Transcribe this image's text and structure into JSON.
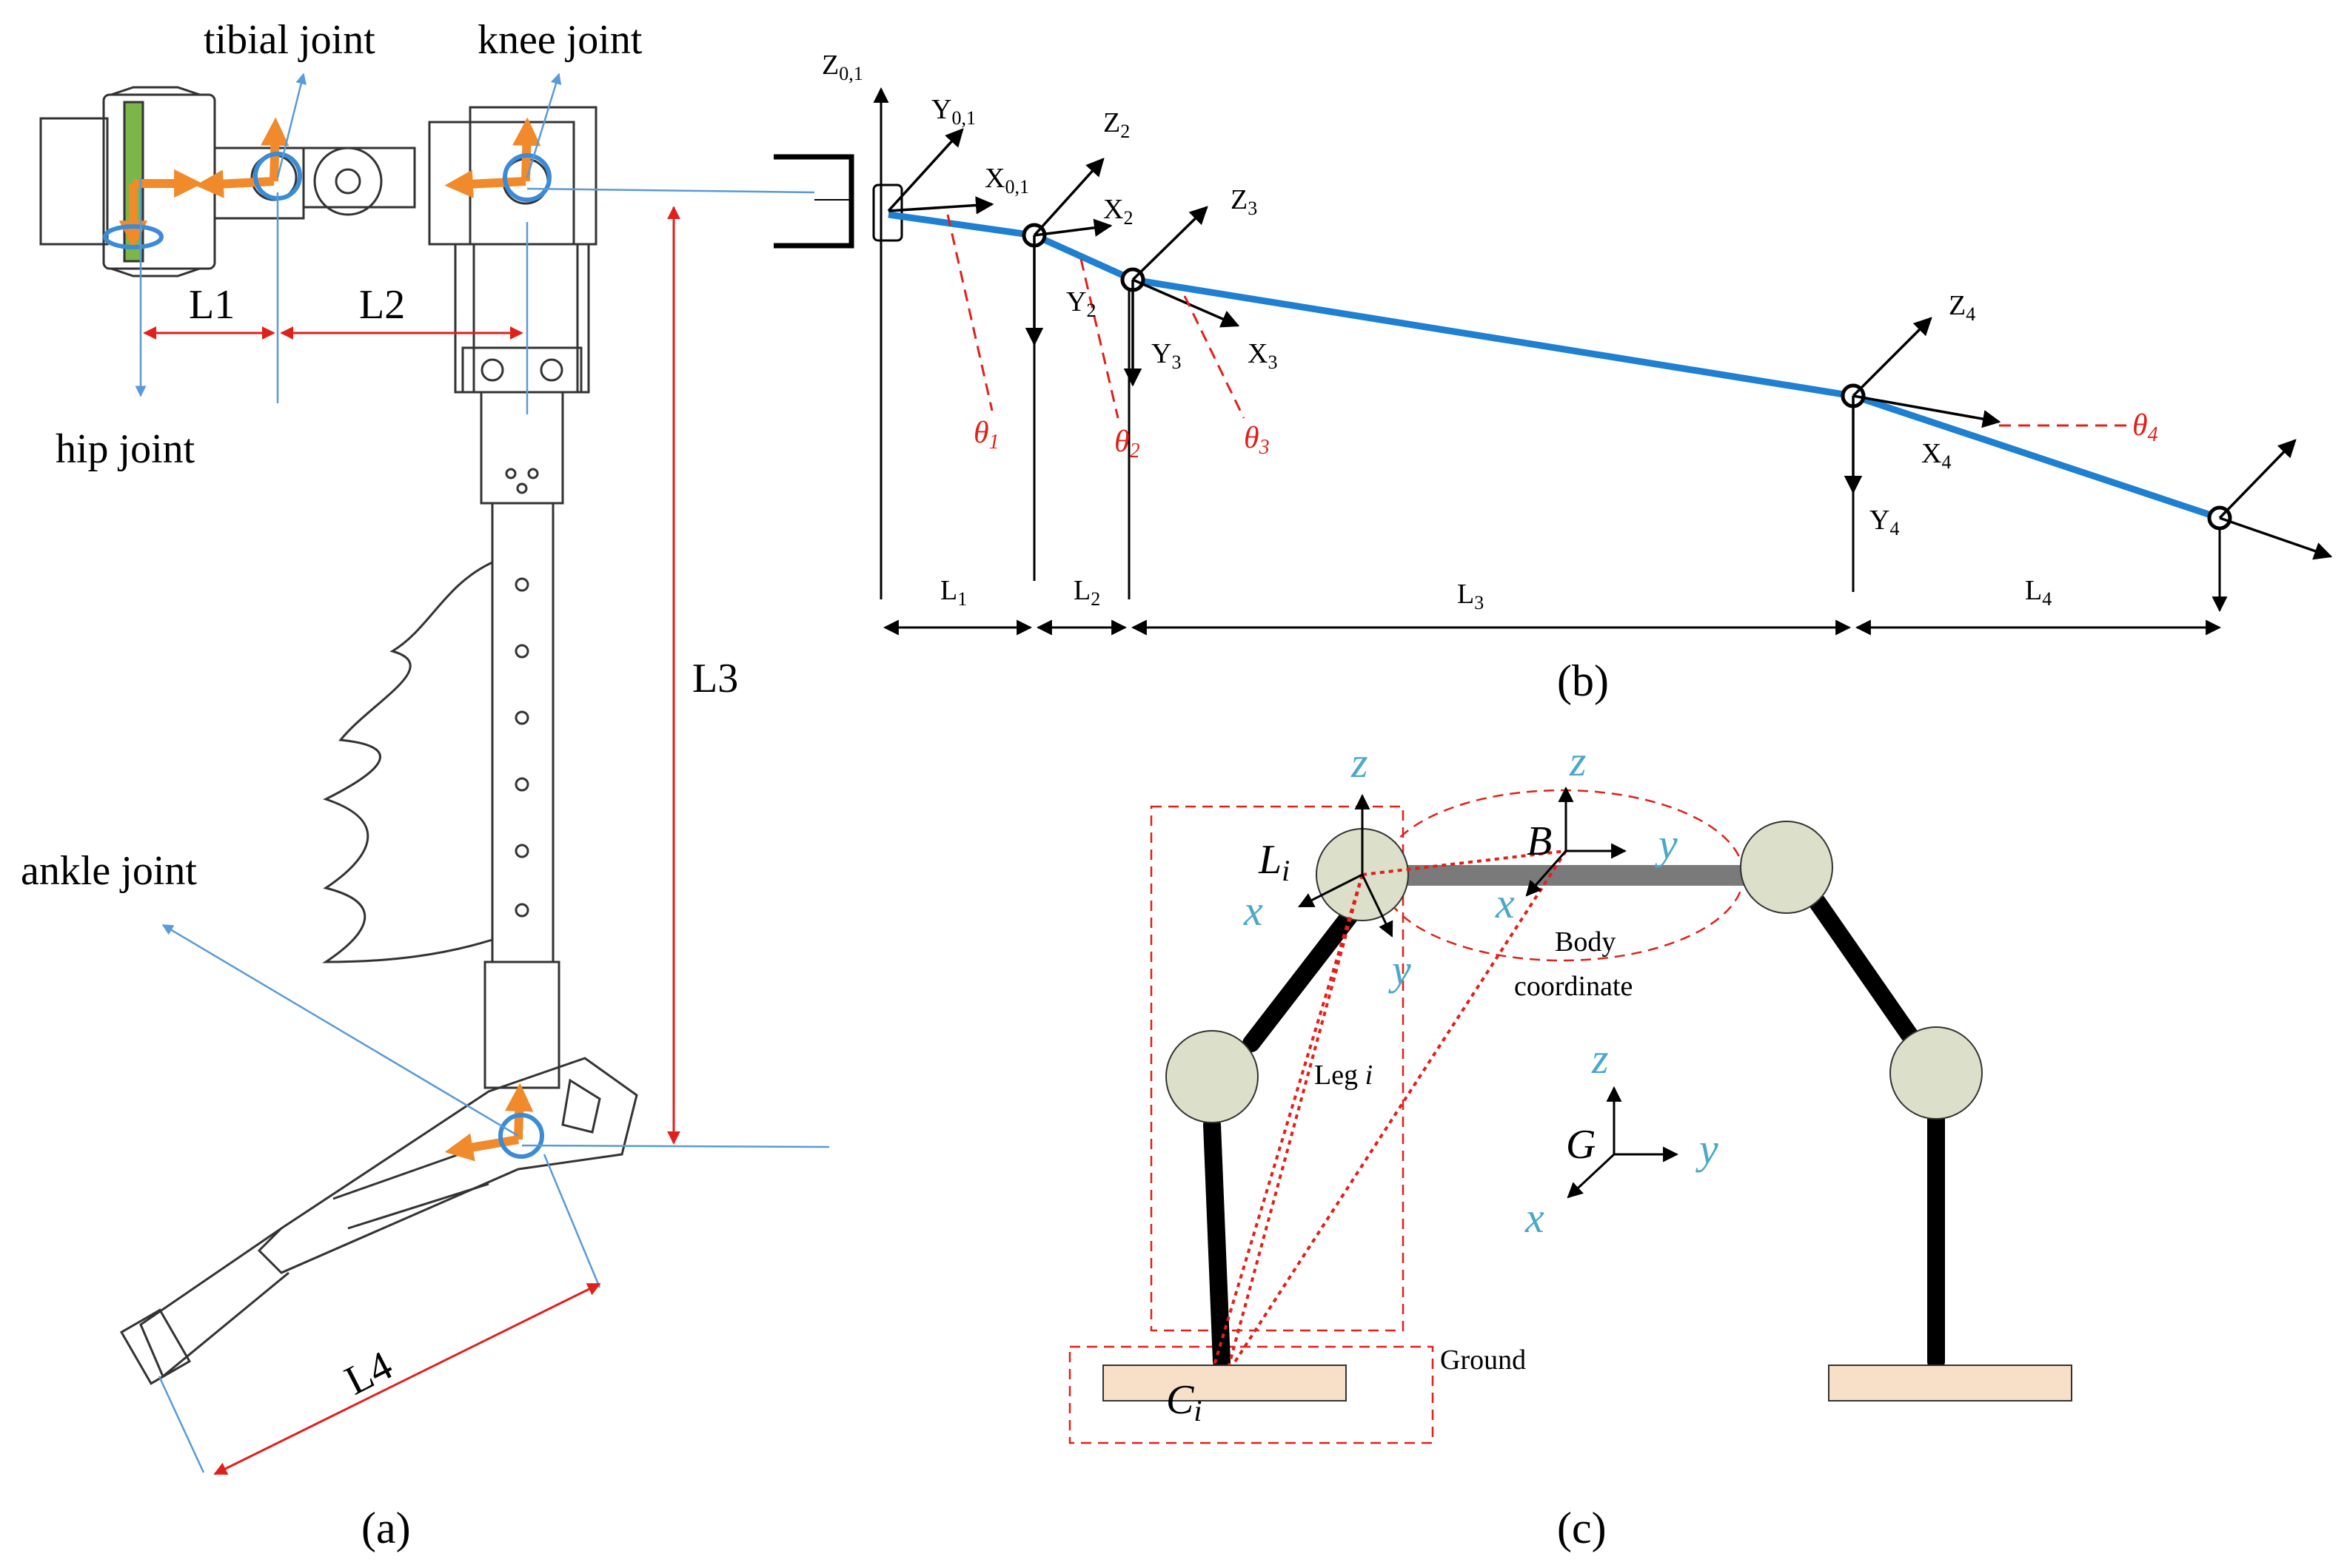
{
  "panel_a": {
    "caption": "(a)",
    "joints": {
      "tibial": "tibial joint",
      "knee": "knee joint",
      "hip": "hip joint",
      "ankle": "ankle joint"
    },
    "lengths": {
      "l1": "L1",
      "l2": "L2",
      "l3": "L3",
      "l4": "L4"
    }
  },
  "panel_b": {
    "caption": "(b)",
    "frames": {
      "z01": "Z",
      "z01_sub": "0,1",
      "y01": "Y",
      "y01_sub": "0,1",
      "x01": "X",
      "x01_sub": "0,1",
      "z2": "Z",
      "z2_sub": "2",
      "x2": "X",
      "x2_sub": "2",
      "y2": "Y",
      "y2_sub": "2",
      "z3": "Z",
      "z3_sub": "3",
      "y3": "Y",
      "y3_sub": "3",
      "x3": "X",
      "x3_sub": "3",
      "z4": "Z",
      "z4_sub": "4",
      "x4": "X",
      "x4_sub": "4",
      "y4": "Y",
      "y4_sub": "4"
    },
    "angles": {
      "t1": "θ",
      "t1_sub": "1",
      "t2": "θ",
      "t2_sub": "2",
      "t3": "θ",
      "t3_sub": "3",
      "t4": "θ",
      "t4_sub": "4"
    },
    "lengths": {
      "l1": "L",
      "l1_sub": "1",
      "l2": "L",
      "l2_sub": "2",
      "l3": "L",
      "l3_sub": "3",
      "l4": "L",
      "l4_sub": "4"
    }
  },
  "panel_c": {
    "caption": "(c)",
    "leg_frame": {
      "name": "L",
      "sub": "i",
      "z": "z",
      "x": "x",
      "y": "y"
    },
    "body_frame": {
      "name": "B",
      "z": "z",
      "x": "x",
      "y": "y",
      "label_1": "Body",
      "label_2": "coordinate"
    },
    "global_frame": {
      "name": "G",
      "z": "z",
      "x": "x",
      "y": "y"
    },
    "leg_label": "Leg ",
    "leg_label_i": "i",
    "contact": {
      "name": "C",
      "sub": "i"
    },
    "ground": "Ground"
  },
  "colors": {
    "link_blue": "#1f7fd0",
    "arrow_orange": "#f08a2a",
    "rot_blue": "#3b8bd6",
    "red_dim": "#e0201b",
    "cyan_axis": "#4aa8c8",
    "ground_fill": "#f8dfc8",
    "joint_fill": "#dcdfc9"
  }
}
